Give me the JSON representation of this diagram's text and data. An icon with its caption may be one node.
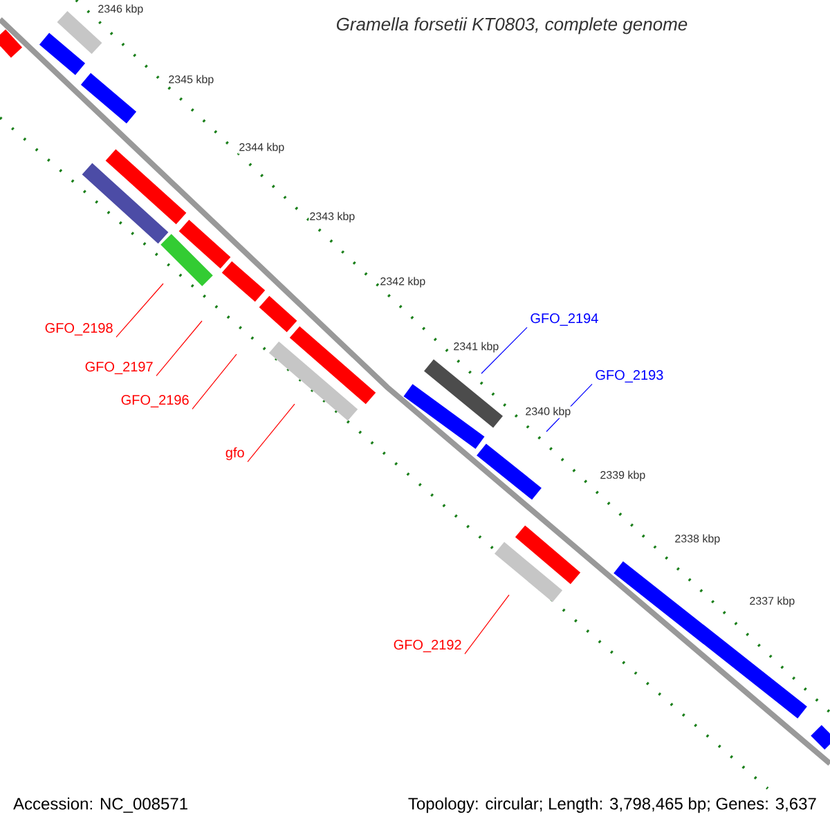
{
  "diagram": {
    "title": "Gramella forsetii KT0803, complete genome",
    "nodes": [
      {
        "text": [
          "GFO_2198"
        ]
      },
      {
        "text": [
          "GFO_2197"
        ]
      },
      {
        "text": [
          "GFO_2196"
        ]
      },
      {
        "text": [
          "gfo"
        ]
      },
      {
        "text": [
          "GFO_2194"
        ]
      },
      {
        "text": [
          "GFO_2193"
        ]
      },
      {
        "text": [
          "GFO_2192"
        ]
      }
    ],
    "edges": [
      {
        "from": 0,
        "to": null,
        "arrow": "none"
      },
      {
        "from": 1,
        "to": null,
        "arrow": "none"
      },
      {
        "from": 2,
        "to": null,
        "arrow": "none"
      },
      {
        "from": 3,
        "to": null,
        "arrow": "none"
      },
      {
        "from": 4,
        "to": null,
        "arrow": "none",
        "color": "#0000ff"
      },
      {
        "from": 5,
        "to": null,
        "arrow": "none",
        "color": "#0000ff"
      },
      {
        "from": 6,
        "to": null,
        "arrow": "none"
      }
    ],
    "labels": [
      "2346 kbp",
      "2345 kbp",
      "2344 kbp",
      "2343 kbp",
      "2342 kbp",
      "2341 kbp",
      "2340 kbp",
      "2339 kbp",
      "2338 kbp",
      "2337 kbp",
      "Accession: NC_008571",
      "Topology: circular; Length: 3,798,465 bp; Genes: 3,637"
    ]
  }
}
